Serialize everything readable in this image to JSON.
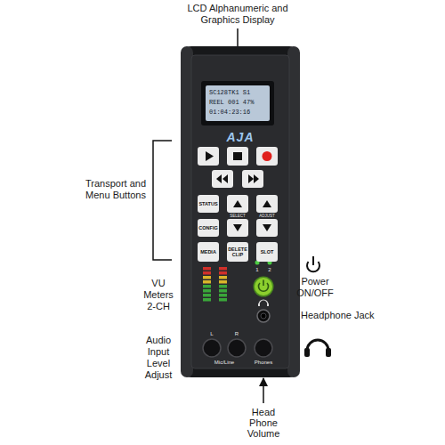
{
  "diagram": {
    "nodes": [
      {
        "text": [
          "AJA"
        ]
      },
      {
        "text": [
          "SC128TK1 S1",
          "REEL 001 47%",
          "01:04:23:16"
        ],
        "in": 0
      },
      {
        "text": [
          "STATUS"
        ],
        "in": 0
      },
      {
        "text": [
          "CONFIG"
        ],
        "in": 0
      },
      {
        "text": [
          "MEDIA"
        ],
        "in": 0
      },
      {
        "text": [
          "DELETE CLIP"
        ],
        "in": 0
      },
      {
        "text": [
          "SLOT"
        ],
        "in": 0
      }
    ],
    "labels": [
      "LCD Alphanumeric and Graphics Display",
      "Transport and Menu Buttons",
      "VU Meters 2-CH",
      "Audio Input Level Adjust",
      "Power ON/OFF",
      "Headphone Jack",
      "Head Phone Volume",
      "SELECT",
      "ADJUST",
      "1",
      "2",
      "L",
      "R",
      "Mic/Line",
      "Phones"
    ]
  }
}
